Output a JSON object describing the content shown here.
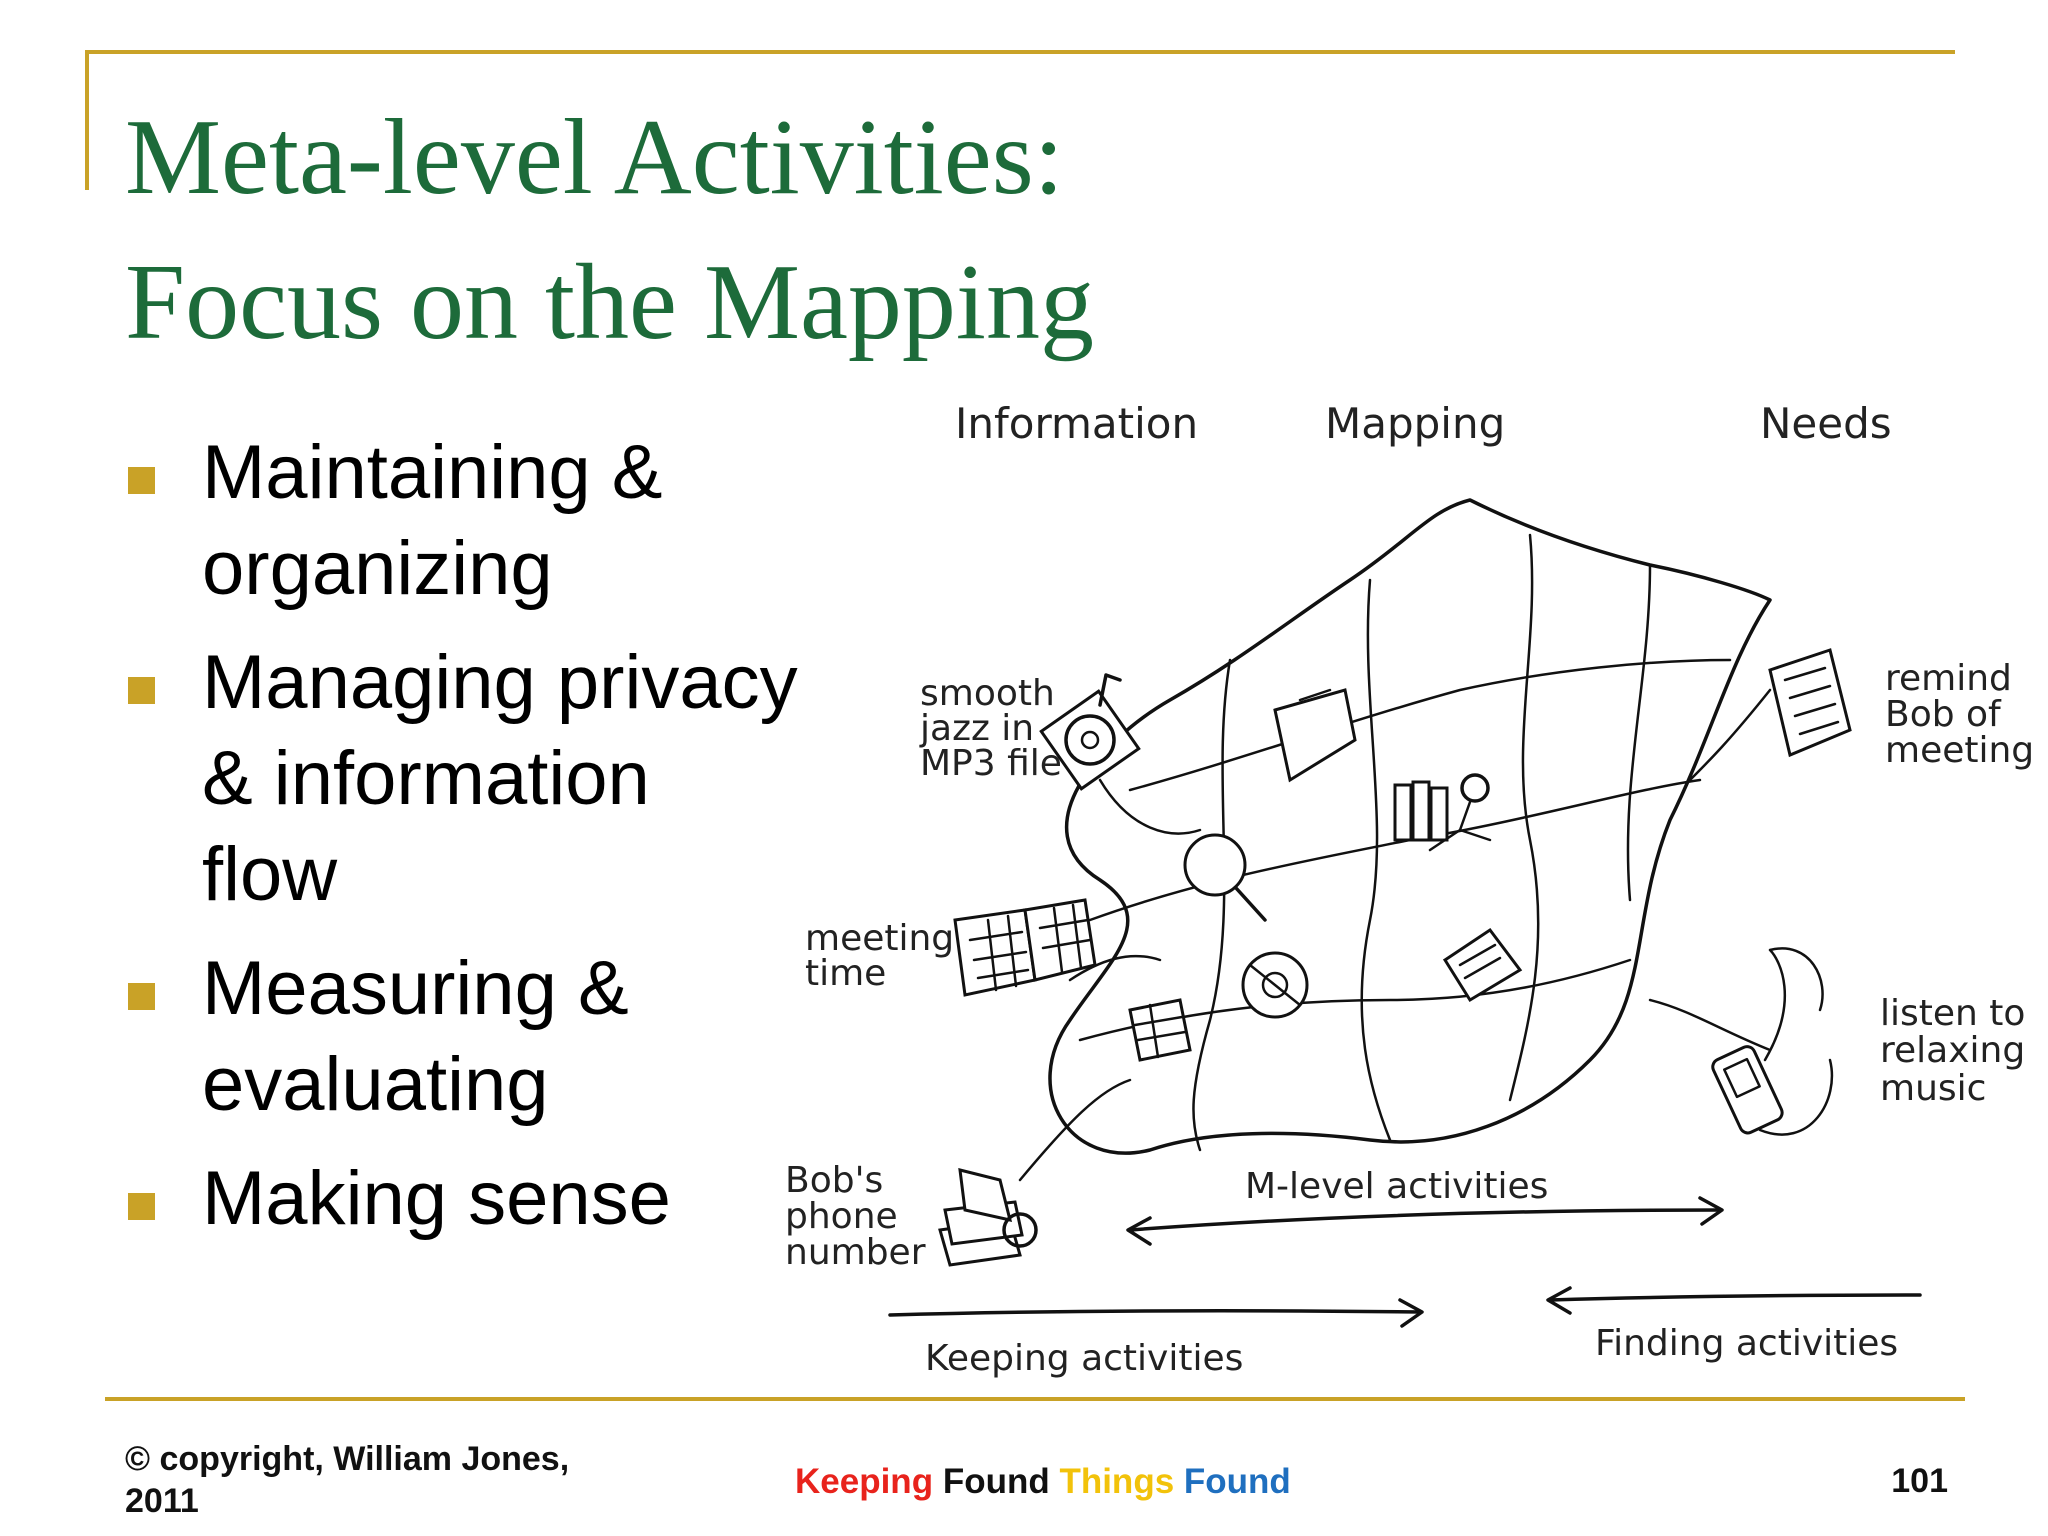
{
  "slide": {
    "title_line1": "Meta-level Activities:",
    "title_line2": "Focus on the Mapping",
    "bullets": [
      "Maintaining & organizing",
      "Managing privacy & information flow",
      "Measuring & evaluating",
      "Making sense"
    ]
  },
  "figure": {
    "col_information": "Information",
    "col_mapping": "Mapping",
    "col_needs": "Needs",
    "smooth_1": "smooth",
    "smooth_2": "jazz in",
    "smooth_3": "MP3 file",
    "meeting_1": "meeting",
    "meeting_2": "time",
    "bobs_1": "Bob's",
    "bobs_2": "phone",
    "bobs_3": "number",
    "remind_1": "remind",
    "remind_2": "Bob of",
    "remind_3": "meeting",
    "listen_1": "listen to",
    "listen_2": "relaxing",
    "listen_3": "music",
    "m_level": "M-level activities",
    "keeping": "Keeping activities",
    "finding": "Finding activities"
  },
  "footer": {
    "copyright": "© copyright, William Jones, 2011",
    "brand_keeping": "Keeping",
    "brand_found1": "Found",
    "brand_things": "Things",
    "brand_found2": "Found",
    "page": "101"
  },
  "colors": {
    "title_green": "#1d6b3a",
    "gold_rule": "#c9a227",
    "brand_red": "#e8231c",
    "brand_black": "#111111",
    "brand_yellow": "#f2c20a",
    "brand_blue": "#1f6fbf"
  }
}
